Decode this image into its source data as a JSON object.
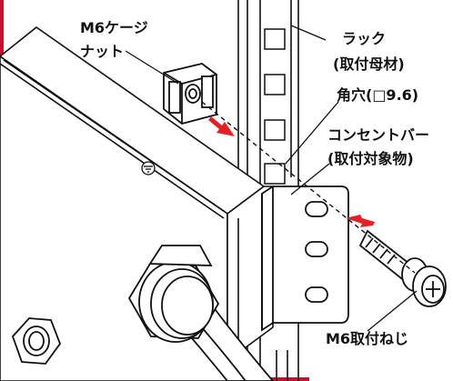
{
  "labels": {
    "cage_nut_line1": "M6ケージ",
    "cage_nut_line2": "ナット",
    "rack_line1": "ラック",
    "rack_line2": "(取付母材)",
    "square_hole": "角穴(□9.6)",
    "power_bar_line1": "コンセントバー",
    "power_bar_line2": "(取付対象物)",
    "screw": "M6取付ねじ"
  },
  "colors": {
    "frame_border": "#c8102e",
    "arrow": "#e41f26",
    "line": "#111111",
    "fill": "#ffffff"
  },
  "icons": {
    "ground_mark": "ground-symbol-icon"
  }
}
